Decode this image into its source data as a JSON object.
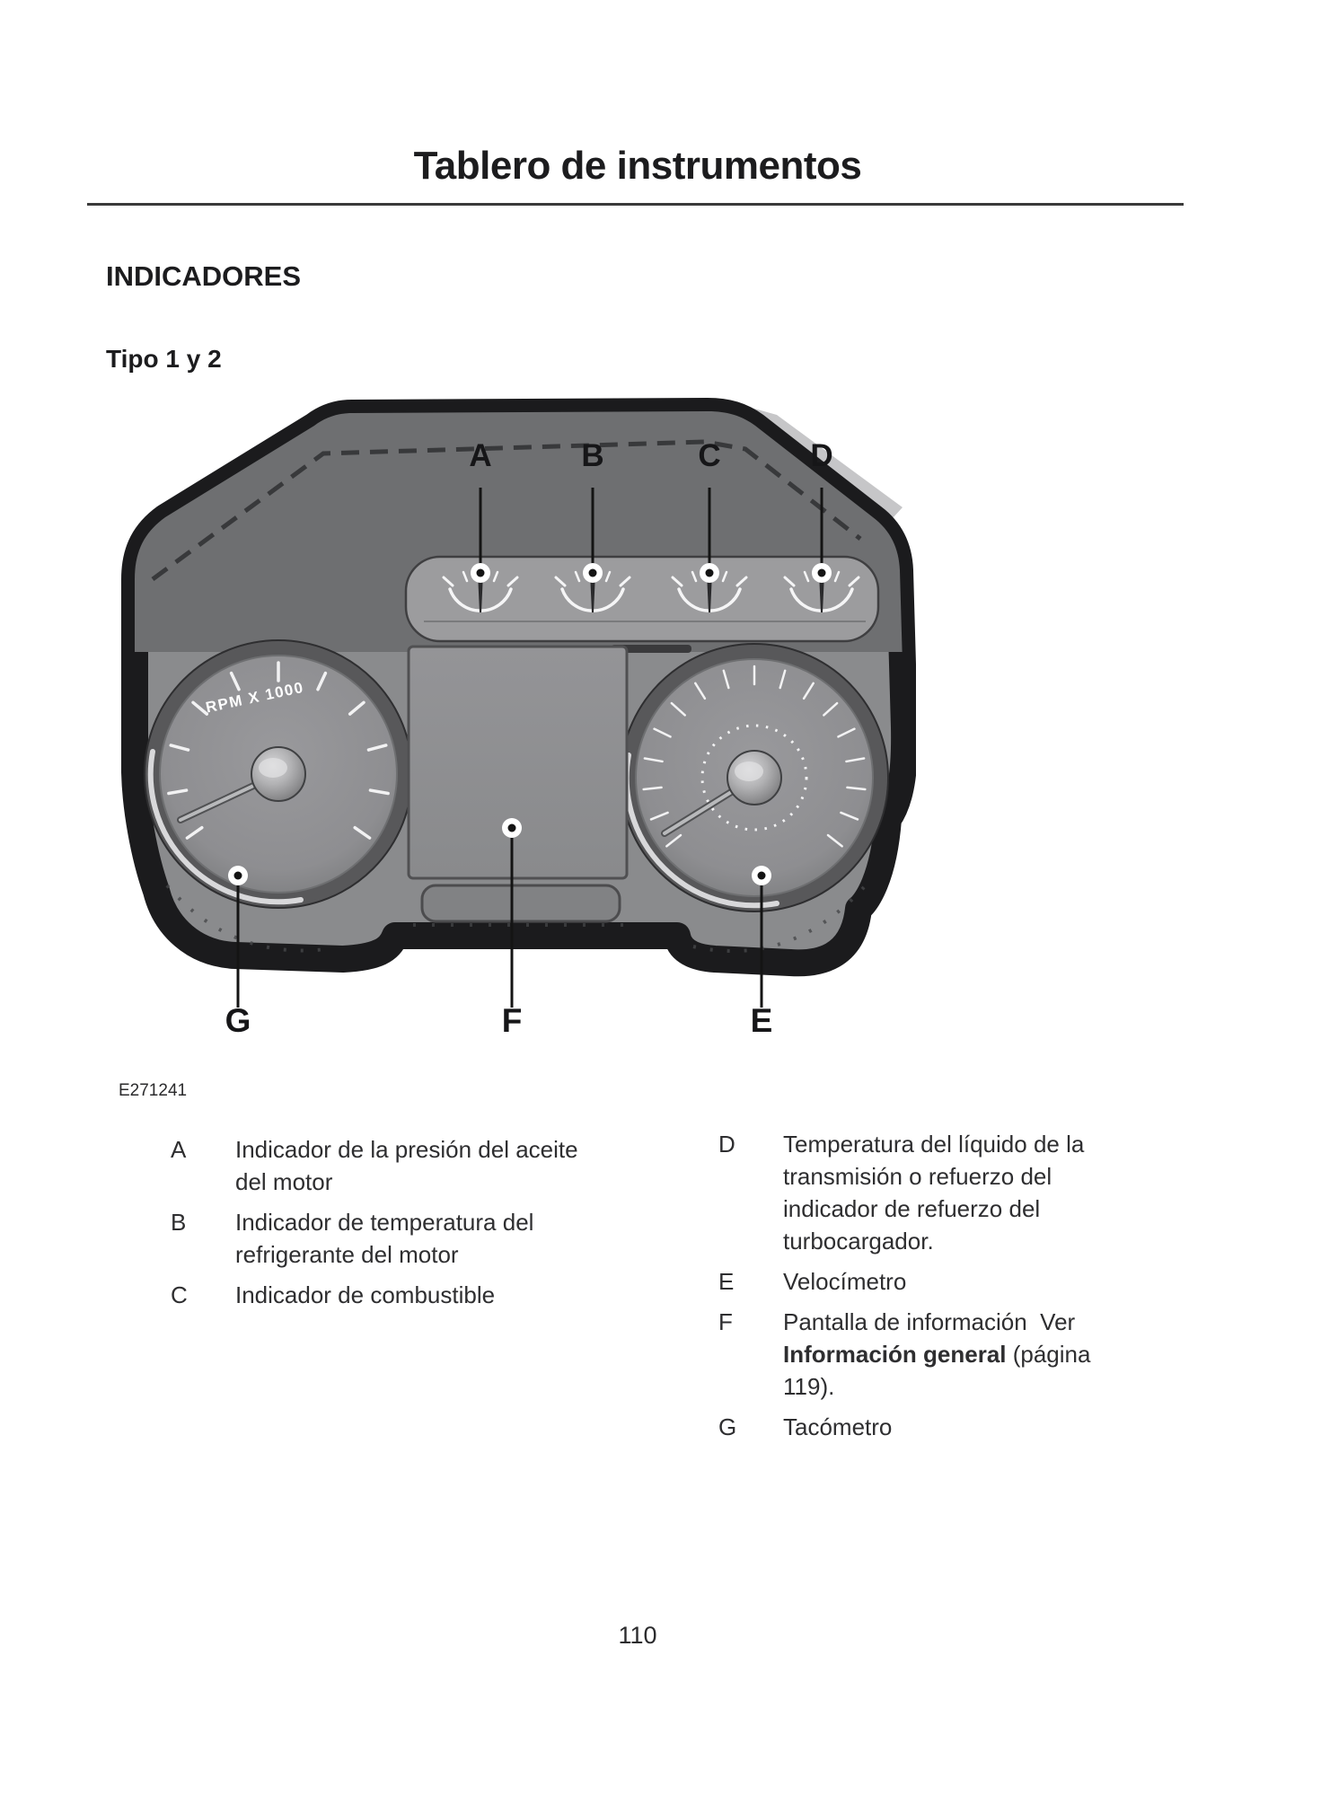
{
  "page": {
    "header_title": "Tablero de instrumentos",
    "section_title": "INDICADORES",
    "subsection_title": "Tipo 1 y 2",
    "figure_code": "E271241",
    "page_number": "110"
  },
  "diagram": {
    "top_callouts": [
      "A",
      "B",
      "C",
      "D"
    ],
    "bottom_callouts": [
      "G",
      "F",
      "E"
    ],
    "tachometer_dial_label": "RPM X 1000"
  },
  "legend": {
    "left": [
      {
        "letter": "A",
        "lines": [
          "Indicador de la presión del aceite",
          "del motor"
        ]
      },
      {
        "letter": "B",
        "lines": [
          "Indicador de temperatura del",
          "refrigerante del motor"
        ]
      },
      {
        "letter": "C",
        "lines": [
          "Indicador de combustible"
        ]
      }
    ],
    "right": [
      {
        "letter": "D",
        "lines": [
          "Temperatura del líquido de la",
          "transmisión o refuerzo del",
          "indicador de refuerzo del",
          "turbocargador."
        ]
      },
      {
        "letter": "E",
        "lines": [
          "Velocímetro"
        ]
      },
      {
        "letter": "F",
        "line1": "Pantalla de información  Ver",
        "bold": "Información general",
        "after_bold": " (página",
        "line3": "119)."
      },
      {
        "letter": "G",
        "lines": [
          "Tacómetro"
        ]
      }
    ]
  }
}
